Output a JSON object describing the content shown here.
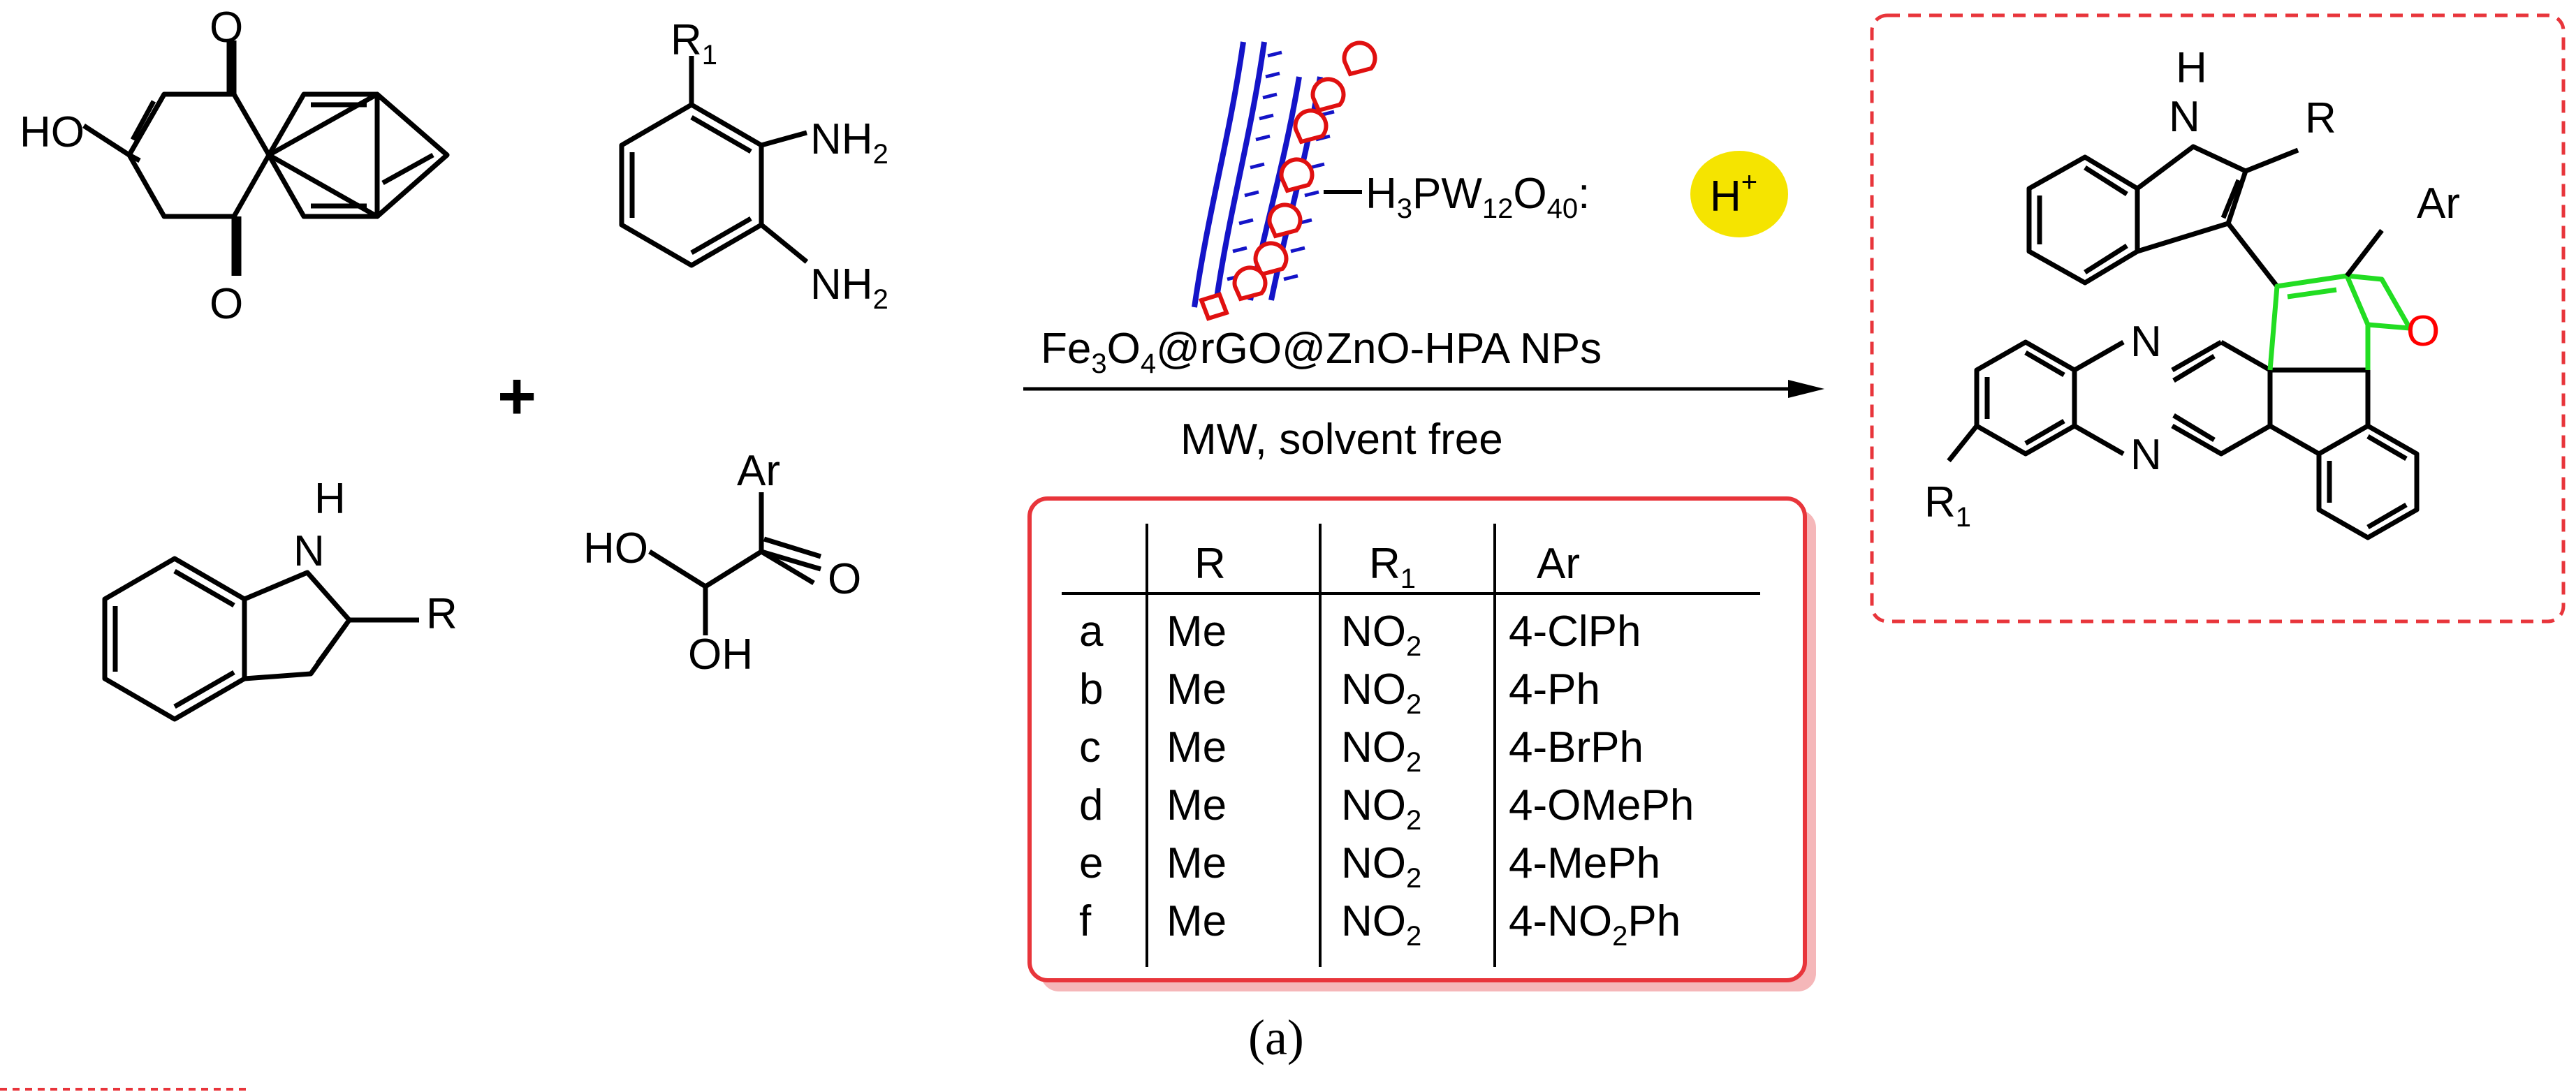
{
  "reactants": {
    "naphthoquinone": {
      "oh": "HO",
      "o_top": "O",
      "o_bottom": "O"
    },
    "diamine": {
      "r1": "R",
      "r1_sub": "1",
      "nh2_top": "NH",
      "nh2_bottom": "NH",
      "sub2": "2"
    },
    "plus": "+",
    "indole": {
      "nh": "H",
      "n": "N",
      "r": "R"
    },
    "glyoxal": {
      "ar": "Ar",
      "ho": "HO",
      "oh": "OH",
      "o": "O"
    }
  },
  "catalyst": {
    "formula_parts": [
      "H",
      "3",
      "PW",
      "12",
      "O",
      "40",
      ":"
    ],
    "proton": "H",
    "proton_sup": "+",
    "name_parts": [
      "Fe",
      "3",
      "O",
      "4",
      "@rGO@ZnO-HPA NPs"
    ],
    "conditions": "MW, solvent free"
  },
  "table": {
    "headers": [
      "",
      "R",
      "R",
      "Ar"
    ],
    "header_sub": "1",
    "rows": [
      {
        "id": "a",
        "r": "Me",
        "r1": "NO",
        "r1_sub": "2",
        "ar": "4-ClPh"
      },
      {
        "id": "b",
        "r": "Me",
        "r1": "NO",
        "r1_sub": "2",
        "ar": "4-Ph"
      },
      {
        "id": "c",
        "r": "Me",
        "r1": "NO",
        "r1_sub": "2",
        "ar": "4-BrPh"
      },
      {
        "id": "d",
        "r": "Me",
        "r1": "NO",
        "r1_sub": "2",
        "ar": "4-OMePh"
      },
      {
        "id": "e",
        "r": "Me",
        "r1": "NO",
        "r1_sub": "2",
        "ar": "4-MePh"
      },
      {
        "id": "f",
        "r": "Me",
        "r1": "NO",
        "r1_sub": "2",
        "ar": "4-NO",
        "ar_sub": "2",
        "ar_tail": "Ph"
      }
    ]
  },
  "product": {
    "nh": "H",
    "n": "N",
    "r": "R",
    "ar": "Ar",
    "o": "O",
    "n_top": "N",
    "n_bottom": "N",
    "r1": "R",
    "r1_sub": "1"
  },
  "caption": "(a)",
  "colors": {
    "ring_green": "#22dd22",
    "oxygen_red": "#ff0000",
    "box_red": "#e8353b",
    "shadow_pink": "#f5b7b9",
    "proton_yellow": "#f5e400",
    "graphene_blue": "#1414c8"
  }
}
